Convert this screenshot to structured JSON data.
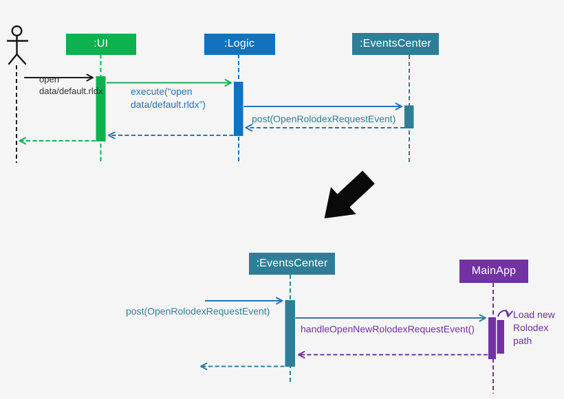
{
  "colors": {
    "green": "#0db14e",
    "blue": "#1272bd",
    "message_blue": "#2273b9",
    "teal": "#2e7e97",
    "purple": "#7030a0",
    "black": "#1a1a1a",
    "background": "#f5f5f5"
  },
  "top_diagram": {
    "actor": {
      "name": "user"
    },
    "participants": [
      {
        "id": "ui",
        "label": ":UI"
      },
      {
        "id": "logic",
        "label": ":Logic"
      },
      {
        "id": "eventscenter",
        "label": ":EventsCenter"
      }
    ],
    "messages": {
      "open": "open\ndata/default.rldx",
      "execute": "execute(“open\ndata/default.rldx”)",
      "post": "post(OpenRolodexRequestEvent)"
    }
  },
  "transition": {
    "symbol": "big-black-arrow-down-left"
  },
  "bottom_diagram": {
    "participants": [
      {
        "id": "eventscenter",
        "label": ":EventsCenter"
      },
      {
        "id": "mainapp",
        "label": "MainApp"
      }
    ],
    "messages": {
      "post": "post(OpenRolodexRequestEvent)",
      "handle": "handleOpenNewRolodexRequestEvent()",
      "self_call_note": "Load new\nRolodex\npath"
    }
  }
}
